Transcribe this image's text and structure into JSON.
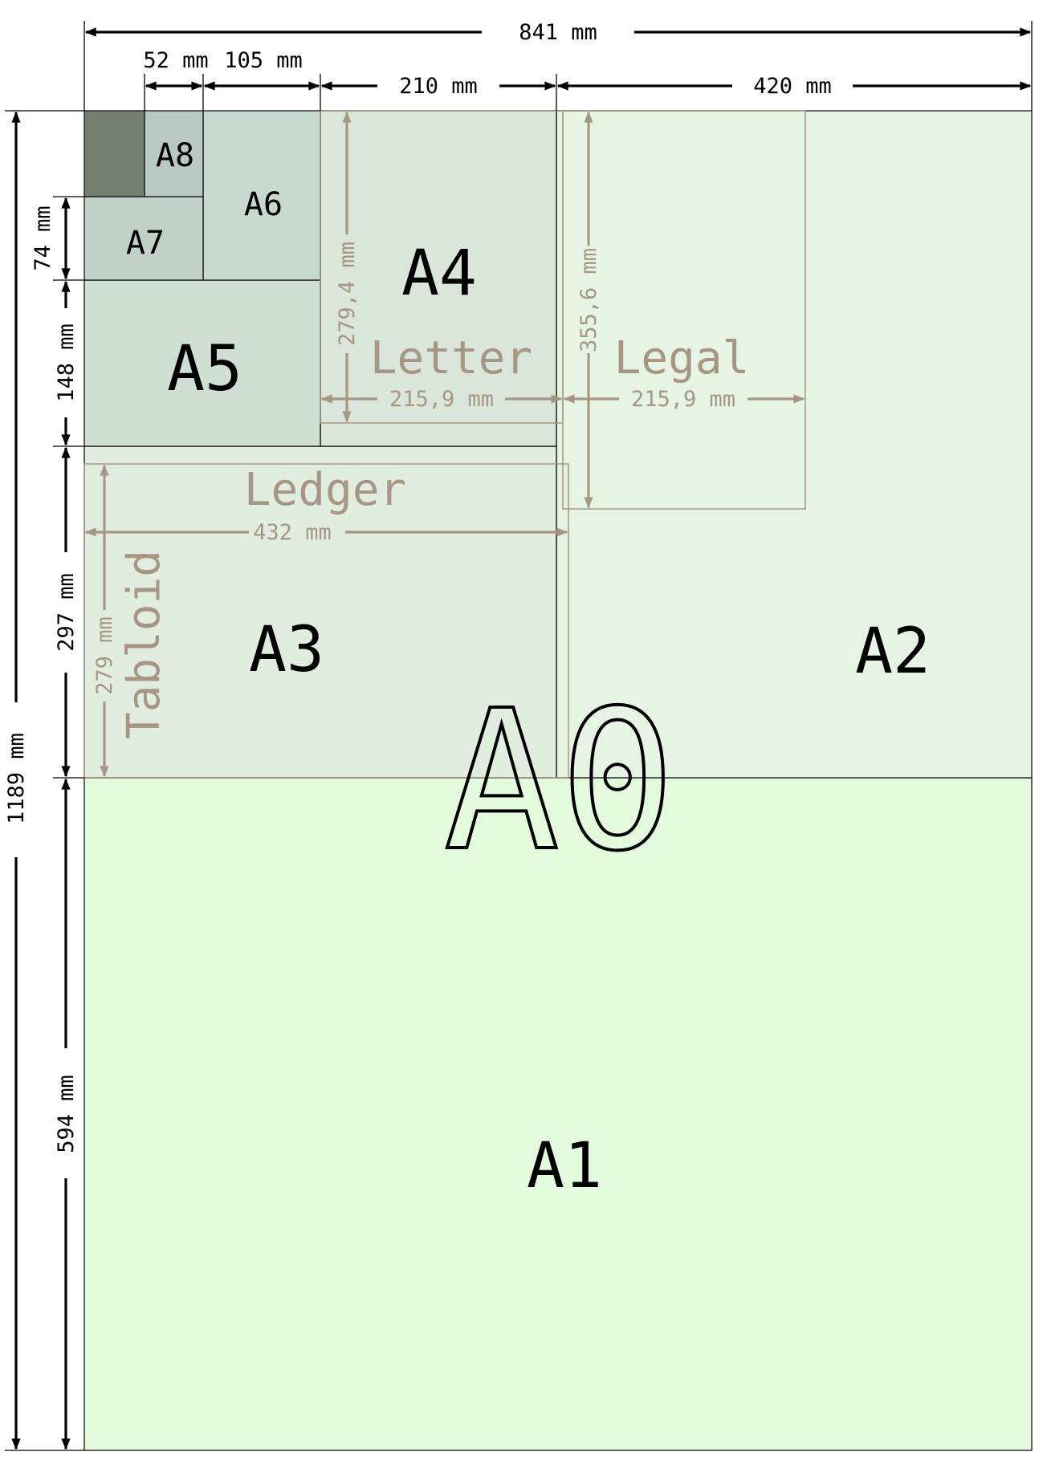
{
  "sheets": {
    "a0": "A0",
    "a1": "A1",
    "a2": "A2",
    "a3": "A3",
    "a4": "A4",
    "a5": "A5",
    "a6": "A6",
    "a7": "A7",
    "a8": "A8"
  },
  "us_formats": {
    "letter": "Letter",
    "legal": "Legal",
    "ledger": "Ledger",
    "tabloid": "Tabloid"
  },
  "dimensions": {
    "width_841": "841 mm",
    "width_420": "420 mm",
    "width_210": "210 mm",
    "width_105": "105 mm",
    "width_52": "52 mm",
    "height_1189": "1189 mm",
    "height_594": "594 mm",
    "height_297": "297 mm",
    "height_148": "148 mm",
    "height_74": "74 mm",
    "letter_width": "215,9 mm",
    "letter_height": "279,4 mm",
    "legal_width": "215,9 mm",
    "legal_height": "355,6 mm",
    "ledger_width": "432 mm",
    "tabloid_height": "279 mm"
  },
  "colors": {
    "a1_fill": "#e3fbdc",
    "a2_fill": "#e6f4e3",
    "a3_fill": "#e0eddf",
    "a4_fill": "#d9e6d9",
    "a5_fill": "#cfdfd3",
    "a6_fill": "#c6d8cf",
    "a7_fill": "#c1d1c9",
    "a8_fill": "#b9c8c3",
    "a9_fill": "#737f6f",
    "us_format_color": "#a89684"
  }
}
